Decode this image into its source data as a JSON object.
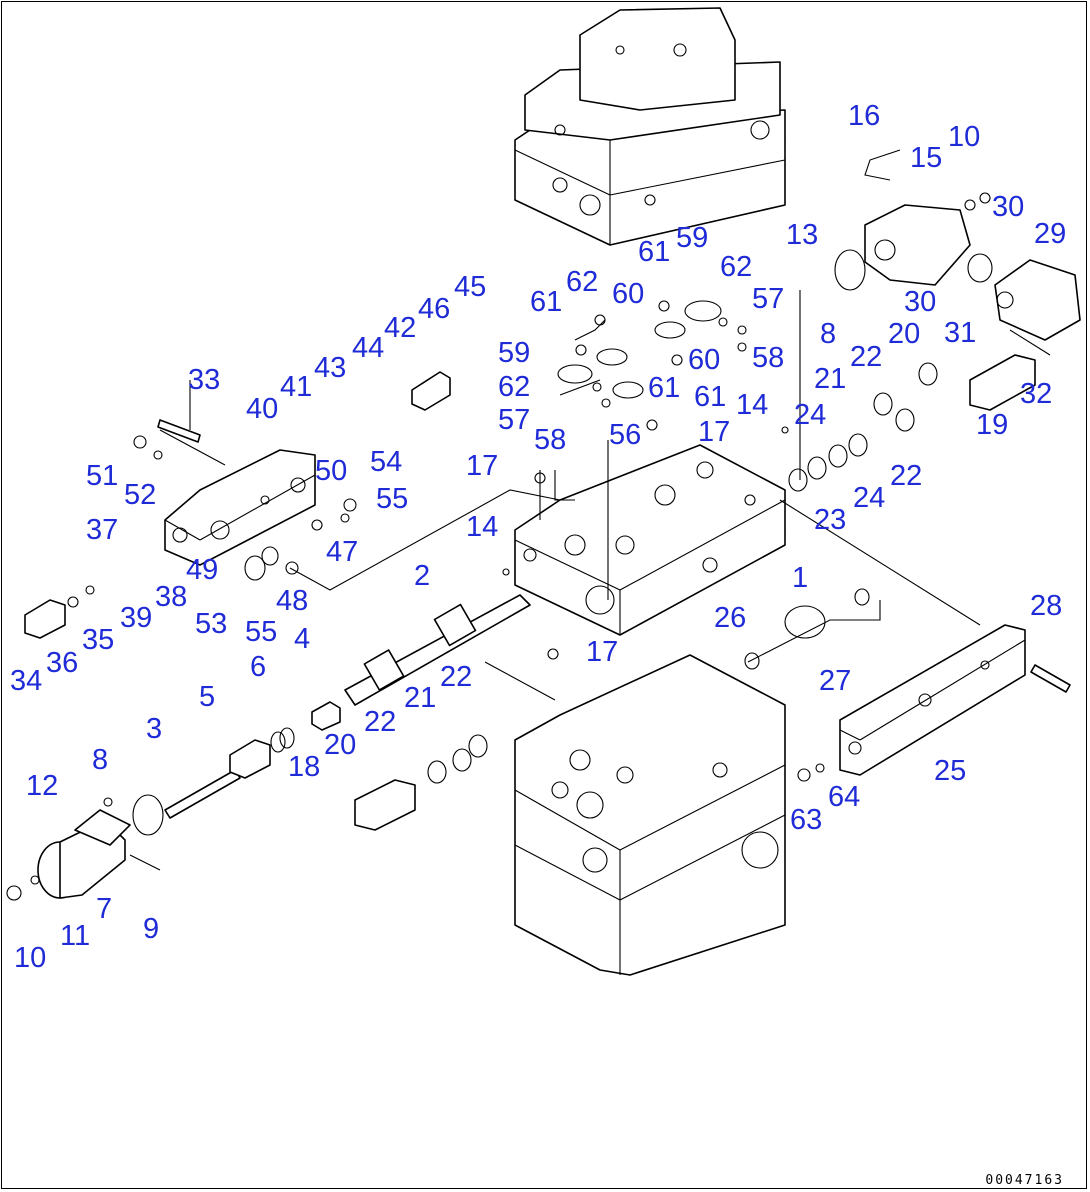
{
  "drawing": {
    "code": "00047163",
    "callouts": [
      "1",
      "2",
      "3",
      "4",
      "5",
      "6",
      "7",
      "8",
      "8",
      "9",
      "10",
      "10",
      "11",
      "12",
      "13",
      "14",
      "14",
      "15",
      "16",
      "17",
      "17",
      "17",
      "18",
      "19",
      "20",
      "20",
      "20",
      "21",
      "21",
      "21",
      "22",
      "22",
      "22",
      "22",
      "22",
      "23",
      "24",
      "24",
      "25",
      "26",
      "27",
      "28",
      "29",
      "30",
      "30",
      "31",
      "32",
      "33",
      "34",
      "35",
      "36",
      "37",
      "38",
      "39",
      "40",
      "41",
      "42",
      "43",
      "44",
      "45",
      "46",
      "47",
      "48",
      "49",
      "50",
      "51",
      "52",
      "53",
      "54",
      "55",
      "55",
      "56",
      "57",
      "57",
      "58",
      "58",
      "59",
      "59",
      "60",
      "60",
      "61",
      "61",
      "61",
      "61",
      "62",
      "62",
      "62",
      "63",
      "64"
    ]
  }
}
